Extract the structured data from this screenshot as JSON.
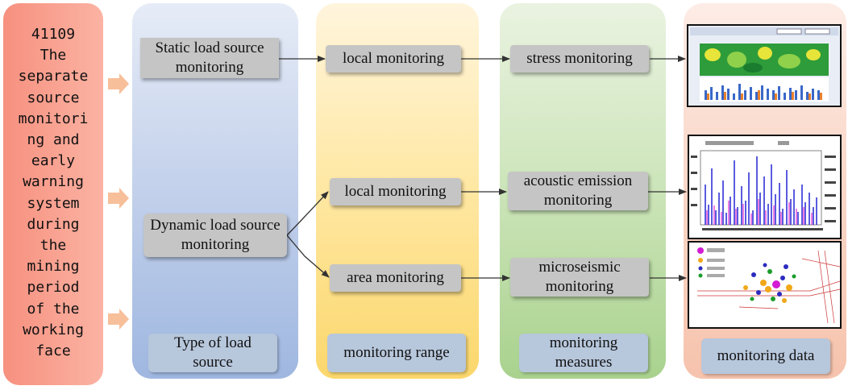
{
  "title": "41109\nThe\nseparate\nsource\nmonitori\nng and\nearly\nwarning\nsystem\nduring\nthe\nmining\nperiod\nof the\nworking\nface",
  "columns": {
    "load_source": {
      "footer": "Type of load source",
      "static": "Static load source monitoring",
      "dynamic": "Dynamic load source monitoring"
    },
    "range": {
      "footer": "monitoring range",
      "local1": "local monitoring",
      "local2": "local monitoring",
      "area": "area monitoring"
    },
    "measures": {
      "footer": "monitoring measures",
      "stress": "stress monitoring",
      "acoustic": "acoustic emission monitoring",
      "micro": "microseismic monitoring"
    },
    "data": {
      "footer": "monitoring data"
    }
  },
  "colors": {
    "title_bg": "#f7907f",
    "col_blue": "#c6d3ec",
    "col_yellow": "#ffe9a8",
    "col_green": "#cfe6bd",
    "col_pink": "#fad8c9",
    "box_gray": "#c5c5c5",
    "footer_blue": "#b7c7dc",
    "small_arrow": "#f7bf9a"
  }
}
